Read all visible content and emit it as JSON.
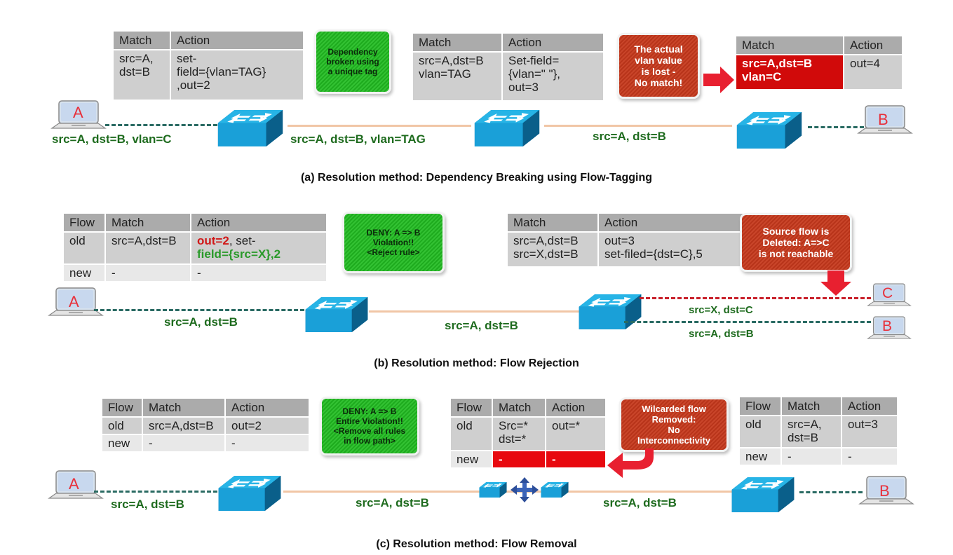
{
  "panel_a": {
    "caption": "(a) Resolution method: Dependency Breaking using Flow-Tagging",
    "table1": {
      "headers": [
        "Match",
        "Action"
      ],
      "rows": [
        [
          "src=A,\ndst=B",
          "set-\nfield={vlan=TAG}\n,out=2"
        ]
      ]
    },
    "table2": {
      "headers": [
        "Match",
        "Action"
      ],
      "rows": [
        [
          "src=A,dst=B\nvlan=TAG",
          "Set-field=\n{vlan=\" \"},\nout=3"
        ]
      ]
    },
    "table3": {
      "headers": [
        "Match",
        "Action"
      ],
      "rows": [
        [
          "src=A,dst=B\nvlan=C",
          "out=4"
        ]
      ]
    },
    "green_callout": "Dependency\nbroken using\na unique tag",
    "red_callout": "The actual\nvlan value\nis lost -\nNo match!",
    "hosts": [
      "A",
      "B"
    ],
    "links": [
      "src=A, dst=B, vlan=C",
      "src=A, dst=B, vlan=TAG",
      "src=A, dst=B"
    ]
  },
  "panel_b": {
    "caption": "(b) Resolution method: Flow Rejection",
    "table1": {
      "headers": [
        "Flow",
        "Match",
        "Action"
      ],
      "rows": [
        [
          "old",
          "src=A,dst=B",
          {
            "red": "out=2",
            "plain": ", set-",
            "green": "field={src=X},2"
          }
        ],
        [
          "new",
          "-",
          "-"
        ]
      ]
    },
    "table2": {
      "headers": [
        "Match",
        "Action"
      ],
      "rows": [
        [
          "src=A,dst=B\nsrc=X,dst=B",
          "out=3\nset-filed={dst=C},5"
        ]
      ]
    },
    "green_callout": "DENY: A => B\nViolation!!\n<Reject rule>",
    "red_callout": "Source flow  is\nDeleted: A=>C\nis not reachable",
    "hosts": [
      "A",
      "C",
      "B"
    ],
    "links": [
      "src=A, dst=B",
      "src=A, dst=B",
      "src=X, dst=C",
      "src=A, dst=B"
    ]
  },
  "panel_c": {
    "caption": "(c) Resolution method: Flow Removal",
    "table1": {
      "headers": [
        "Flow",
        "Match",
        "Action"
      ],
      "rows": [
        [
          "old",
          "src=A,dst=B",
          "out=2"
        ],
        [
          "new",
          "-",
          "-"
        ]
      ]
    },
    "table2": {
      "headers": [
        "Flow",
        "Match",
        "Action"
      ],
      "rows": [
        [
          "old",
          "Src=*\ndst=*",
          "out=*"
        ],
        [
          "new",
          "-",
          "-"
        ]
      ]
    },
    "table3": {
      "headers": [
        "Flow",
        "Match",
        "Action"
      ],
      "rows": [
        [
          "old",
          "src=A,\ndst=B",
          "out=3"
        ],
        [
          "new",
          "-",
          "-"
        ]
      ]
    },
    "green_callout": "DENY: A => B\nEntire Violation!!\n<Remove all rules\nin flow path>",
    "red_callout": "Wilcarded flow\nRemoved:\nNo\nInterconnectivity",
    "hosts": [
      "A",
      "B"
    ],
    "links": [
      "src=A, dst=B",
      "src=A, dst=B",
      "src=A, dst=B"
    ]
  },
  "colors": {
    "link_label": "#1e6b1e",
    "host_letter": "#e8303a",
    "switch_blue": "#1aa0d8",
    "highlight_red": "#e8090f",
    "callout_green": "#22b022",
    "callout_red": "#b8341a"
  }
}
